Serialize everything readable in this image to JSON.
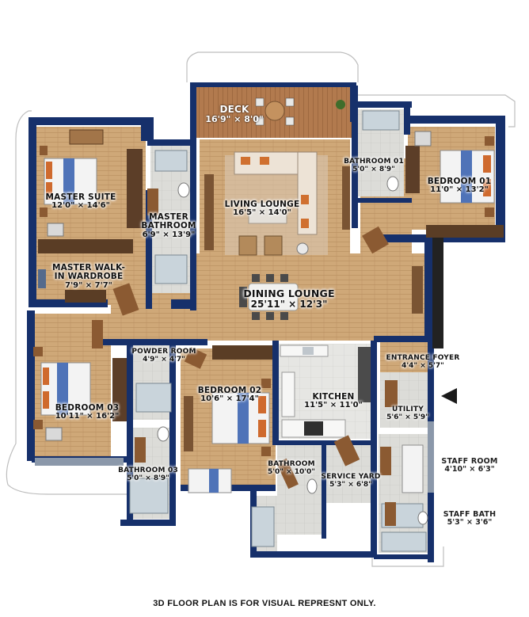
{
  "rooms": {
    "deck": {
      "name": "DECK",
      "dim": "16'9\" × 8'0\""
    },
    "master_suite": {
      "name": "MASTER SUITE",
      "dim": "12'0\" × 14'6\""
    },
    "master_bathroom": {
      "name_l1": "MASTER",
      "name_l2": "BATHROOM",
      "dim": "6'9\" × 13'9\""
    },
    "living_lounge": {
      "name": "LIVING LOUNGE",
      "dim": "16'5\" × 14'0\""
    },
    "bathroom_01": {
      "name": "BATHROOM 01",
      "dim": "5'0\" × 8'9\""
    },
    "bedroom_01": {
      "name": "BEDROOM 01",
      "dim": "11'0\" × 13'2\""
    },
    "master_walkin": {
      "name_l1": "MASTER WALK-",
      "name_l2": "IN WARDROBE",
      "dim": "7'9\" × 7'7\""
    },
    "dining_lounge": {
      "name": "DINING LOUNGE",
      "dim": "25'11\" × 12'3\""
    },
    "powder_room": {
      "name": "POWDER ROOM",
      "dim": "4'9\" × 4'7\""
    },
    "entrance_foyer": {
      "name": "ENTRANCE FOYER",
      "dim": "4'4\" × 5'7\""
    },
    "bedroom_03": {
      "name": "BEDROOM 03",
      "dim": "10'11\" × 16'2\""
    },
    "bedroom_02": {
      "name": "BEDROOM 02",
      "dim": "10'6\" × 17'4\""
    },
    "kitchen": {
      "name": "KITCHEN",
      "dim": "11'5\" × 11'0\""
    },
    "utility": {
      "name": "UTILITY",
      "dim": "5'6\" × 5'9\""
    },
    "bathroom_03": {
      "name": "BATHROOM 03",
      "dim": "5'0\" × 8'9\""
    },
    "bathroom": {
      "name": "BATHROOM",
      "dim": "5'0\" × 10'0\""
    },
    "service_yard": {
      "name": "SERVICE YARD",
      "dim": "5'3\" × 6'8\""
    },
    "staff_room": {
      "name": "STAFF ROOM",
      "dim": "4'10\" × 6'3\""
    },
    "staff_bath": {
      "name": "STAFF BATH",
      "dim": "5'3\" × 3'6\""
    }
  },
  "footer": "3D FLOOR PLAN IS FOR VISUAL REPRESNT ONLY.",
  "colors": {
    "wall": "#16306b",
    "wall_edge": "#0c1f4d",
    "wood_floor": "#c9a57a",
    "tile_floor": "#d9d9d6",
    "bed_accent": "#4f73b8",
    "terrace": "#e9e9ea"
  },
  "icons": {
    "entry": "entry-arrow-icon"
  }
}
